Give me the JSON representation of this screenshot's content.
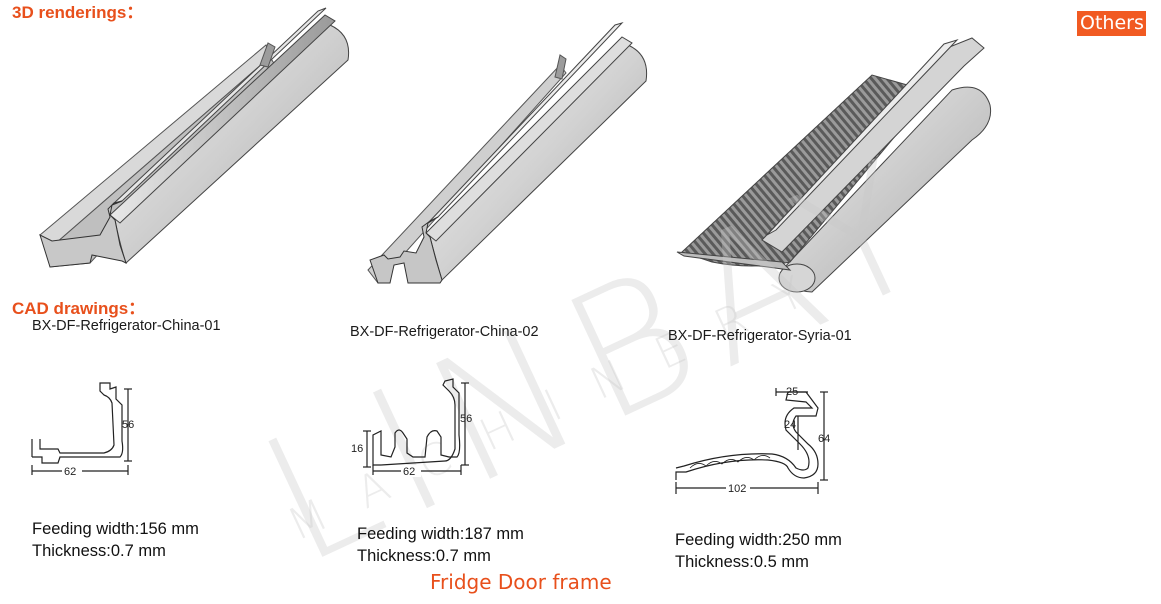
{
  "headings": {
    "renderings": "3D renderings：",
    "cad": "CAD drawings："
  },
  "badge": "Others",
  "watermark": {
    "brand": "LINBAY",
    "sub": "MACHINERY"
  },
  "profiles": [
    {
      "model": "BX-DF-Refrigerator-China-01",
      "dims": {
        "height": "56",
        "width": "62"
      },
      "feeding": "Feeding width:156 mm",
      "thickness": "Thickness:0.7  mm"
    },
    {
      "model": "BX-DF-Refrigerator-China-02",
      "dims": {
        "height": "56",
        "side": "16",
        "width": "62"
      },
      "feeding": "Feeding width:187 mm",
      "thickness": "Thickness:0.7  mm"
    },
    {
      "model": "BX-DF-Refrigerator-Syria-01",
      "dims": {
        "top": "25",
        "inner": "24",
        "height": "64",
        "width": "102"
      },
      "feeding": "Feeding width:250 mm",
      "thickness": "Thickness:0.5  mm"
    }
  ],
  "caption": "Fridge Door frame"
}
